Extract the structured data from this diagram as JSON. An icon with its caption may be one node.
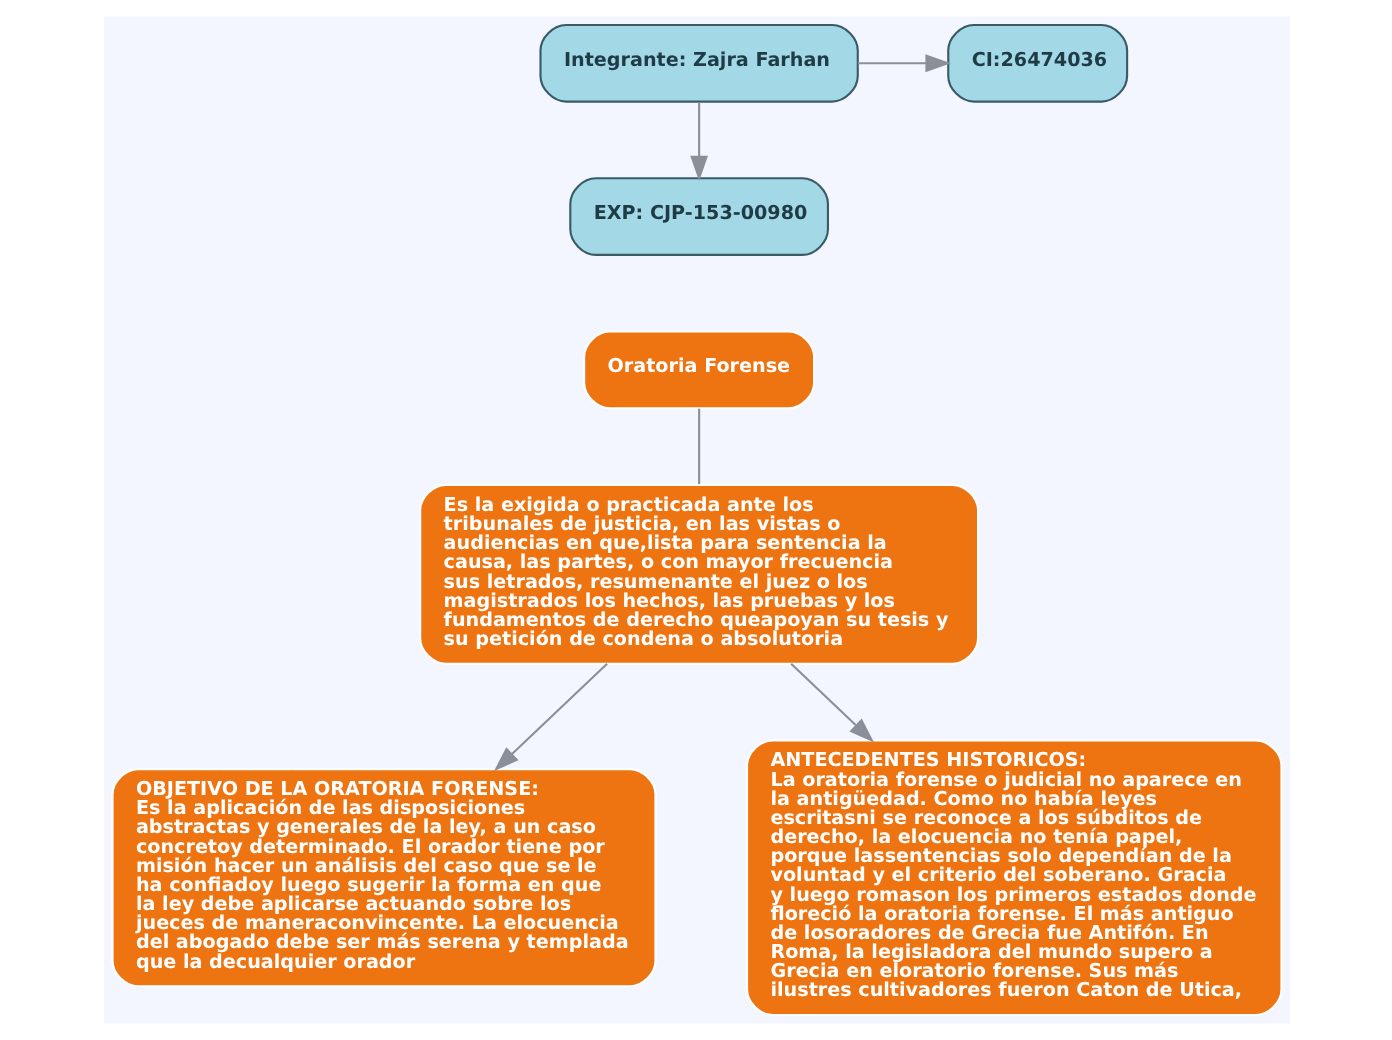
{
  "diagram": {
    "nodes": [
      {
        "text": [
          "Integrante: Zajra Farhan"
        ]
      },
      {
        "text": [
          "CI:26474036"
        ]
      },
      {
        "text": [
          "EXP: CJP-153-00980"
        ]
      },
      {
        "text": [
          "Oratoria Forense"
        ]
      },
      {
        "text": [
          "Es la exigida o practicada ante los tribunales de justicia, en las vistas o audiencias en que,lista para sentencia la causa, las partes, o con mayor frecuencia sus letrados, resumenante el juez o los magistrados los hechos, las pruebas y los fundamentos de derecho queapoyan su tesis y su petición de condena o absolutoria"
        ]
      },
      {
        "text": [
          "OBJETIVO DE LA ORATORIA FORENSE:",
          "Es la aplicación de las disposiciones abstractas y generales de la ley, a un caso concretoy determinado. El orador tiene por misión hacer un análisis del caso que se le ha confiadoy luego sugerir la forma en que la ley debe aplicarse actuando sobre los jueces de maneraconvincente. La elocuencia del abogado debe ser más serena y templada que la decualquier orador"
        ]
      },
      {
        "text": [
          "ANTECEDENTES HISTORICOS:",
          "La oratoria forense o judicial no aparece en la antigüedad. Como no había leyes escritasni se reconoce a los súbditos de derecho, la elocuencia no tenía papel, porque lassentencias solo dependían de la voluntad y el criterio del soberano. Gracia y luego romason los primeros estados donde floreció la oratoria forense. El más antiguo de losoradores de Grecia fue Antifón. En Roma, la legisladora del mundo supero a Grecia en eloratorio forense. Sus más ilustres cultivadores fueron Caton de Utica,"
        ]
      }
    ],
    "edges": [
      {
        "from": 0,
        "to": 1,
        "arrow": "to"
      },
      {
        "from": 0,
        "to": 2,
        "arrow": "to"
      },
      {
        "from": 3,
        "to": 4,
        "arrow": "none"
      },
      {
        "from": 4,
        "to": 5,
        "arrow": "to"
      },
      {
        "from": 4,
        "to": 6,
        "arrow": "to"
      }
    ]
  }
}
